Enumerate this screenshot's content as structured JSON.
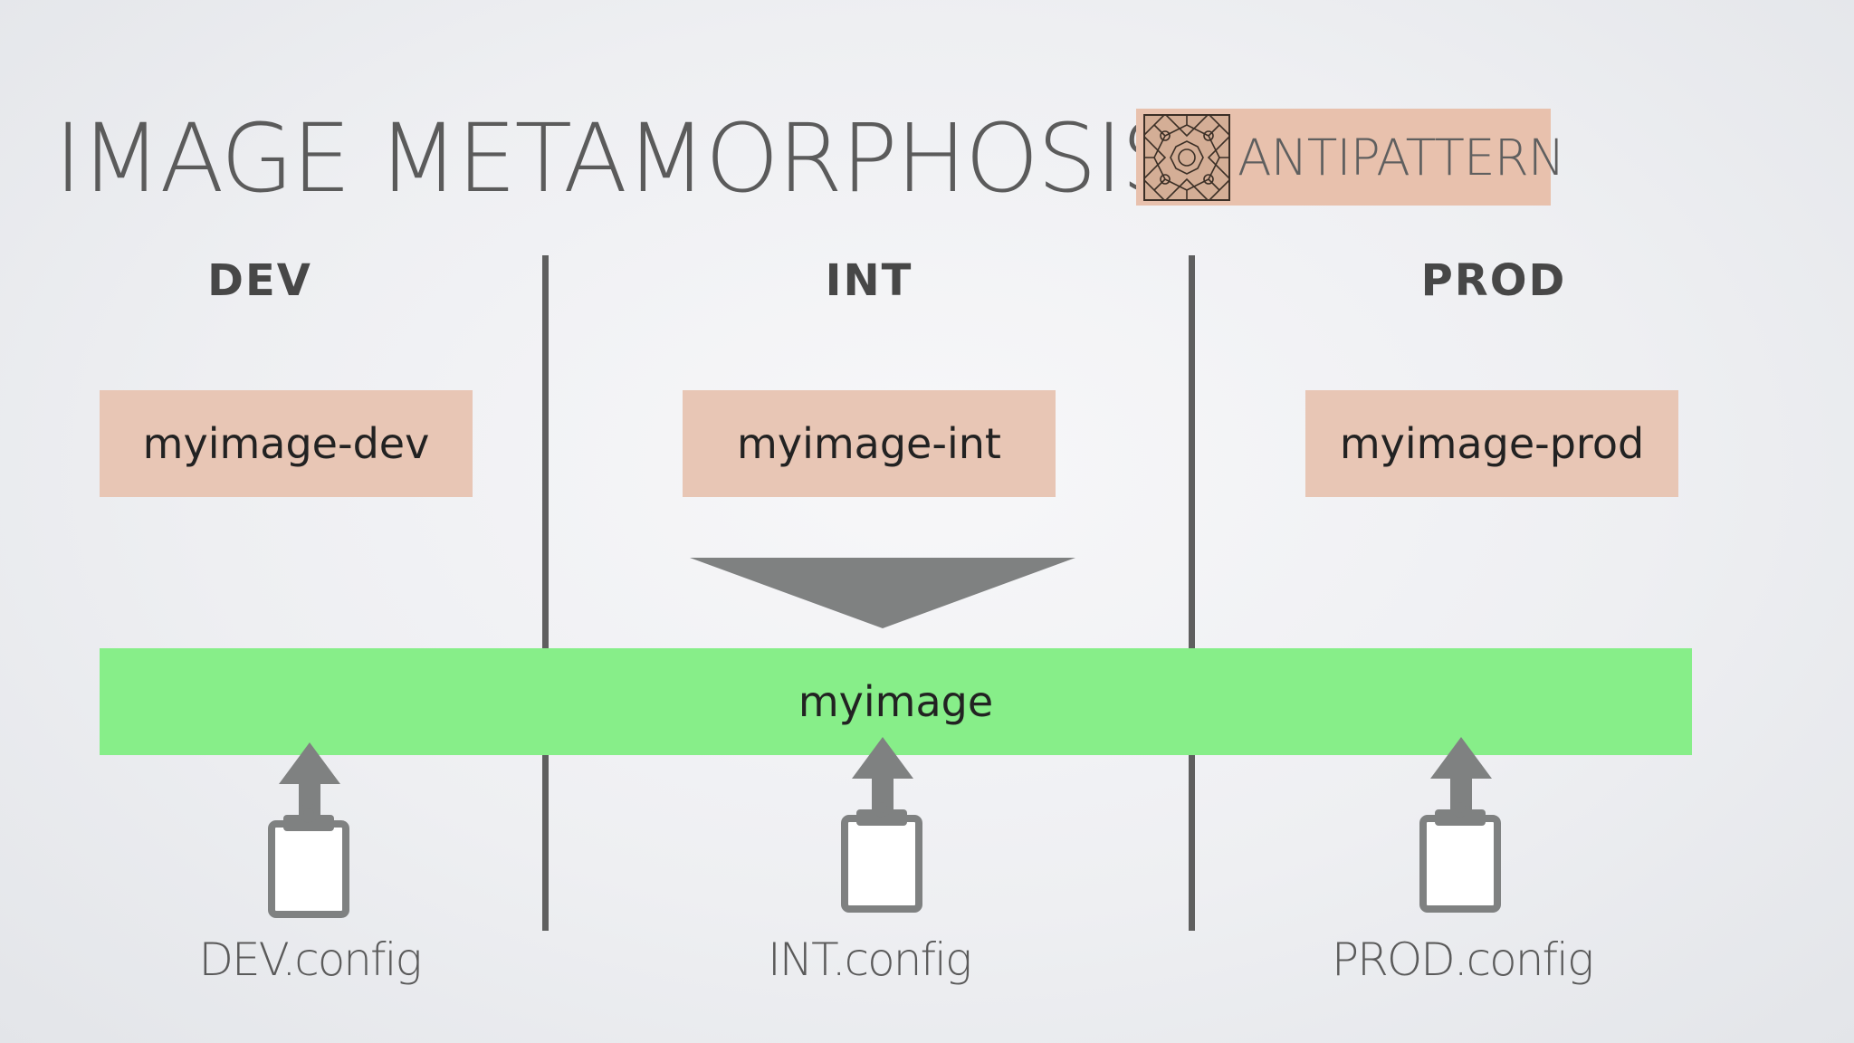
{
  "slide": {
    "title": "IMAGE METAMORPHOSIS",
    "badge": {
      "label": "ANTIPATTERN",
      "icon": "lattice-pattern-icon"
    }
  },
  "environments": [
    {
      "heading": "DEV",
      "image": "myimage-dev",
      "config": "DEV.config"
    },
    {
      "heading": "INT",
      "image": "myimage-int",
      "config": "INT.config"
    },
    {
      "heading": "PROD",
      "image": "myimage-prod",
      "config": "PROD.config"
    }
  ],
  "base_image": "myimage",
  "colors": {
    "background": "#eeeff2",
    "title": "#5b5b5b",
    "badge": "#e8c1ad",
    "env_image_box": "#e8c6b5",
    "base_bar": "#87ee89",
    "divider": "#5f5f5f",
    "arrow": "#7f8181"
  },
  "icons": [
    "down-triangle-arrow-icon",
    "up-arrow-icon",
    "clipboard-icon"
  ]
}
